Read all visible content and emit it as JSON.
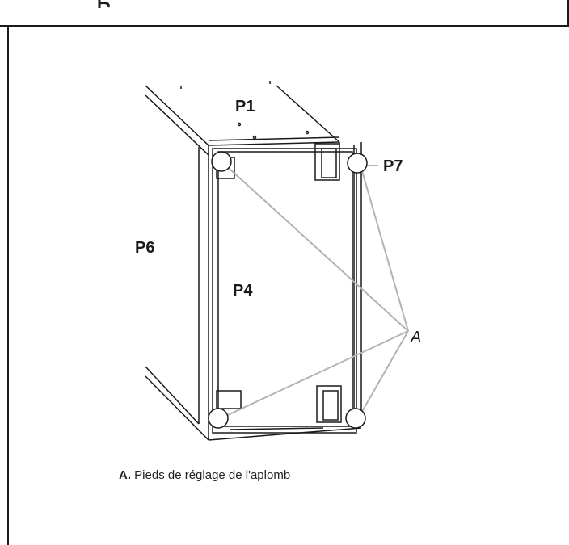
{
  "diagram": {
    "labels": {
      "p1": "P1",
      "p4": "P4",
      "p6": "P6",
      "p7": "P7",
      "a": "A"
    }
  },
  "caption": {
    "key": "A.",
    "text": "Pieds de réglage de l'aplomb"
  },
  "colors": {
    "line": "#1a1a1a",
    "leader": "#b3b3b3",
    "foot_fill": "#ffffff"
  }
}
